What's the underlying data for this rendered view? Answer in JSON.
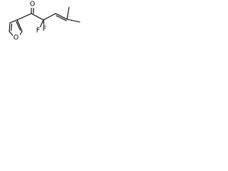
{
  "molecule": {
    "atoms": [
      {
        "id": "o_carbonyl",
        "label": "O"
      },
      {
        "id": "o_furan",
        "label": "O"
      },
      {
        "id": "f_upper",
        "label": "F"
      },
      {
        "id": "f_lower",
        "label": "F"
      }
    ]
  },
  "colors": {
    "bond": "#000000",
    "background": "#ffffff"
  }
}
